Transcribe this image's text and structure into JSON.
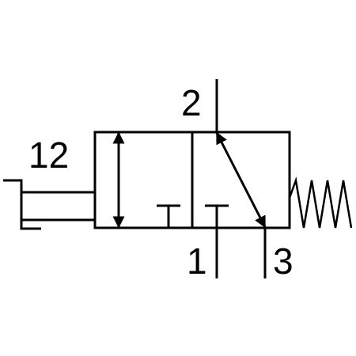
{
  "diagram": {
    "ports": {
      "pilot": "12",
      "outlet": "2",
      "inlet": "1",
      "exhaust": "3"
    }
  }
}
